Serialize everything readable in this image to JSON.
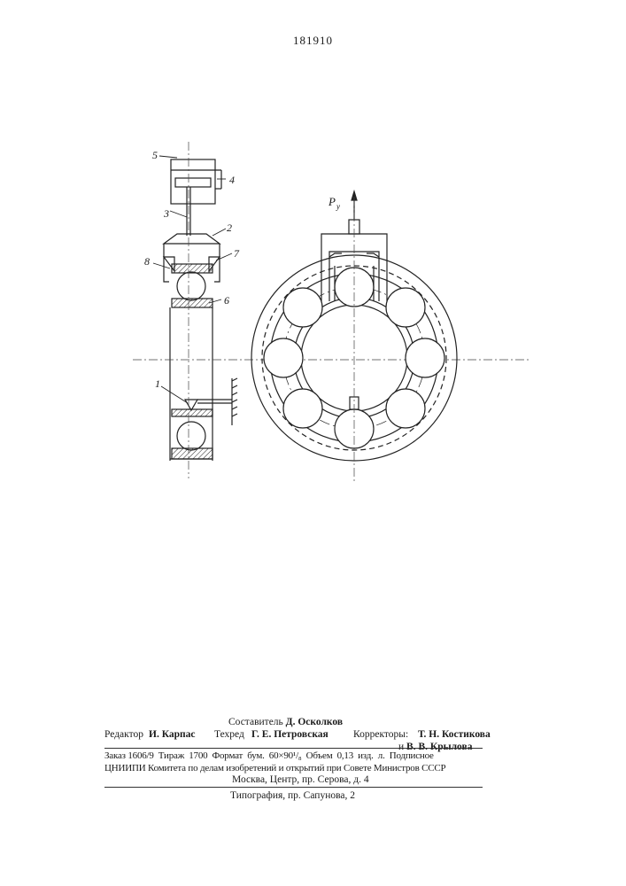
{
  "patent_number": "181910",
  "drawing": {
    "left_labels": [
      "5",
      "4",
      "3",
      "2",
      "7",
      "8",
      "6",
      "1"
    ],
    "force_label": {
      "base": "P",
      "sub": "y"
    }
  },
  "credits": {
    "compiler_label": "Составитель",
    "compiler_name": "Д. Осколков",
    "editor_label": "Редактор",
    "editor_name": "И. Карпас",
    "techred_label": "Техред",
    "techred_name": "Г. Е. Петровская",
    "correctors_label": "Корректоры:",
    "corrector_1": "Т. Н. Костикова",
    "corrector_2_prefix": "и",
    "corrector_2": "В. В. Крылова",
    "order_line": "Заказ 1606/9  Тираж  1700  Формат  бум.  60×90¹/₈  Объем  0,13  изд.  л.  Подписное",
    "tsniipi_line": "ЦНИИПИ Комитета по делам изобретений и открытий при Совете Министров СССР",
    "address_line": "Москва, Центр, пр. Серова, д. 4",
    "printer_line": "Типография, пр. Сапунова, 2"
  }
}
